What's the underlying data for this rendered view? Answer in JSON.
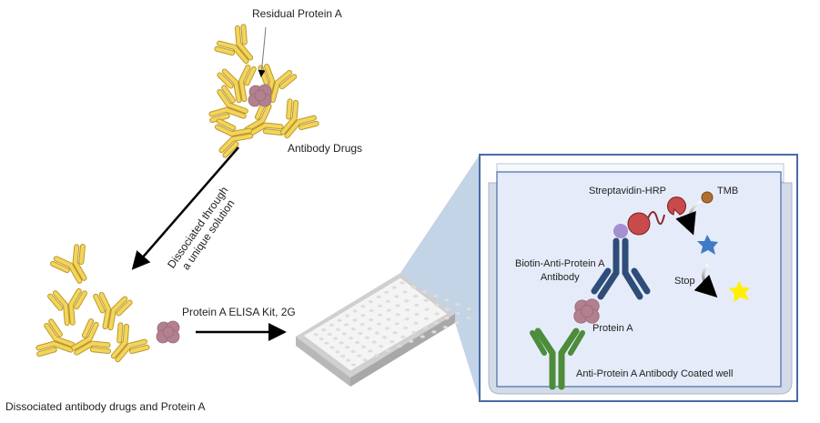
{
  "labels": {
    "residual_protein_a": "Residual Protein A",
    "antibody_drugs": "Antibody Drugs",
    "dissociated_line1": "Dissociated through",
    "dissociated_line2": "a unique solution",
    "kit": "Protein A ELISA Kit, 2G",
    "dissociated_result": "Dissociated antibody drugs and Protein A"
  },
  "well_panel": {
    "streptavidin_hrp": "Streptavidin-HRP",
    "tmb": "TMB",
    "biotin_line1": "Biotin-Anti-Protein A",
    "biotin_line2": "Antibody",
    "stop": "Stop",
    "protein_a": "Protein A",
    "coated_well": "Anti-Protein A Antibody Coated well"
  },
  "colors": {
    "antibody_drug": "#f2d15a",
    "protein_a": "#b07f90",
    "detection_antibody": "#2e4d78",
    "capture_antibody": "#4c8c3a",
    "hrp": "#c84a4a",
    "biotin": "#a58fd0",
    "tmb": "#b06f30",
    "product_blue": "#3f7ac8",
    "stopped_yellow": "#ffef00",
    "panel_border": "#4a6aa6"
  }
}
